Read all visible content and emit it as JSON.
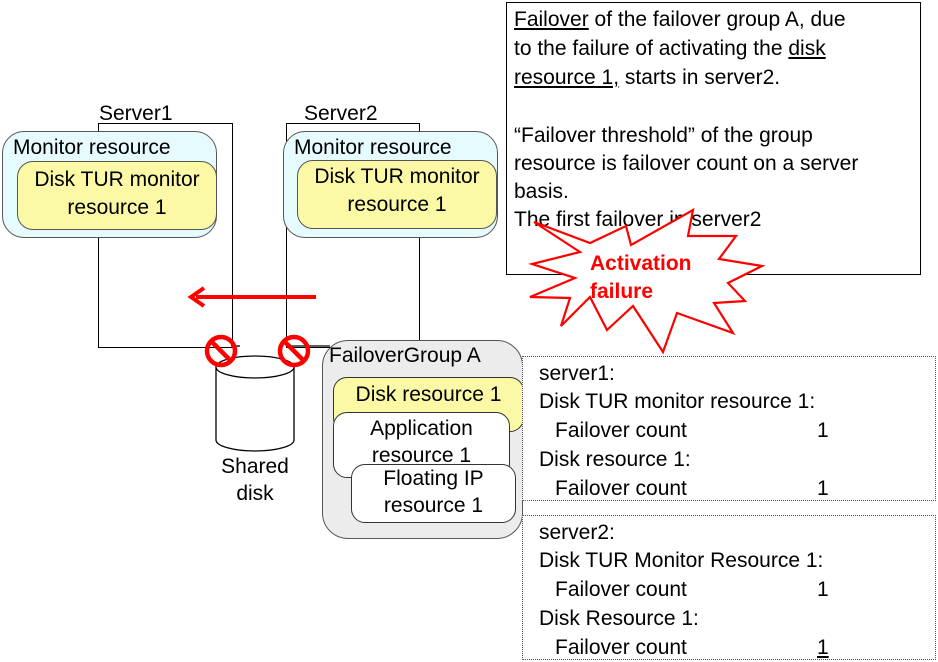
{
  "servers": [
    {
      "label": "Server1",
      "monitor_group_label": "Monitor resource",
      "monitor_line1": "Disk TUR monitor",
      "monitor_line2": "resource 1"
    },
    {
      "label": "Server2",
      "monitor_group_label": "Monitor resource",
      "monitor_line1": "Disk TUR monitor",
      "monitor_line2": "resource 1"
    }
  ],
  "note": {
    "p1_u1": "Failover",
    "p1_t1": " of the failover group A, due",
    "p1_t2": "to the failure of activating the ",
    "p1_u2": "disk",
    "p1_u3": "resource 1,",
    "p1_t3": " starts in server2.",
    "p2_l1": "“Failover threshold” of the group",
    "p2_l2": "resource is failover count on a server",
    "p2_l3": "basis.",
    "p2_l4": "The first failover in server2"
  },
  "burst": {
    "line1": "Activation",
    "line2": "failure",
    "color": "#ff0000"
  },
  "shared_disk": {
    "line1": "Shared",
    "line2": "disk"
  },
  "failover_group": {
    "title": "FailoverGroup A",
    "resources": [
      {
        "line1": "Disk resource 1",
        "line2": ""
      },
      {
        "line1": "Application",
        "line2": "resource 1"
      },
      {
        "line1": "Floating IP",
        "line2": "resource 1"
      }
    ]
  },
  "counts": [
    {
      "server": "server1:",
      "monitor_label": "Disk TUR monitor resource 1:",
      "monitor_count_label": "Failover count",
      "monitor_count": "1",
      "disk_label": "Disk resource 1:",
      "disk_count_label": "Failover count",
      "disk_count": "1"
    },
    {
      "server": "server2:",
      "monitor_label": "Disk TUR Monitor Resource 1:",
      "monitor_count_label": "Failover count",
      "monitor_count": "1",
      "disk_label": "Disk Resource 1:",
      "disk_count_label": "Failover count",
      "disk_count": "1"
    }
  ],
  "colors": {
    "accent_red": "#ff0000",
    "monitor_bg": "#e6fbfd",
    "resource_yellow": "#fbf9a6",
    "group_bg": "#ececec"
  }
}
